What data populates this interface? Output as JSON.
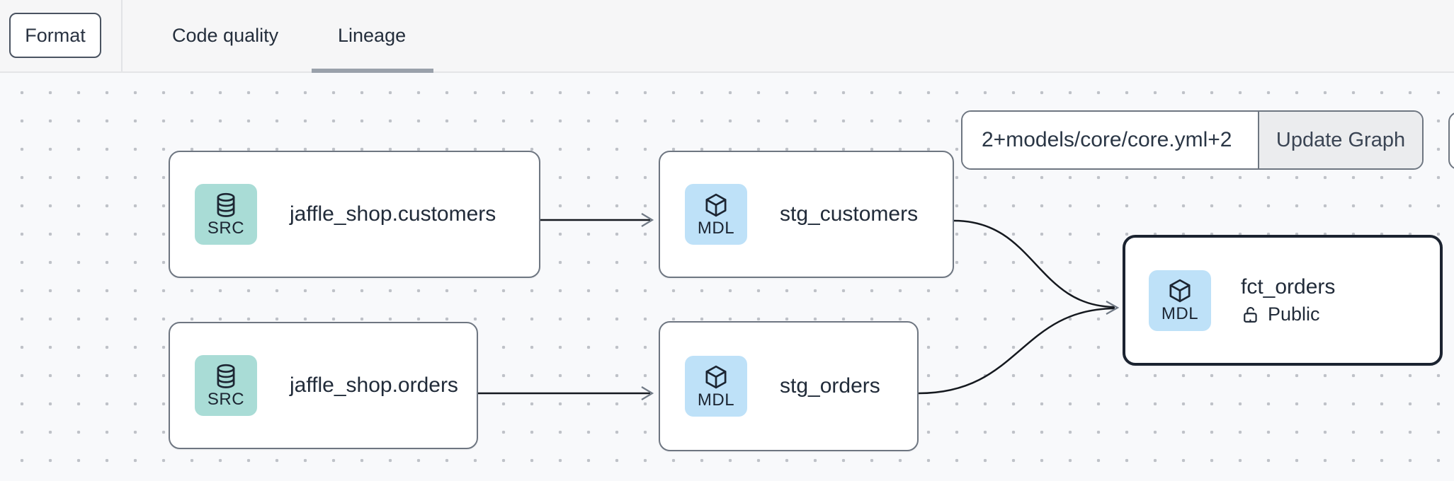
{
  "toolbar": {
    "format_label": "Format",
    "tabs": [
      {
        "label": "Code quality",
        "active": false
      },
      {
        "label": "Lineage",
        "active": true
      }
    ]
  },
  "filter": {
    "value": "2+models/core/core.yml+2",
    "update_button_label": "Update Graph"
  },
  "graph": {
    "nodes": [
      {
        "title": "jaffle_shop.customers",
        "badge": "SRC",
        "type": "source",
        "icon": "database-icon"
      },
      {
        "title": "stg_customers",
        "badge": "MDL",
        "type": "model",
        "icon": "cube-icon"
      },
      {
        "title": "jaffle_shop.orders",
        "badge": "SRC",
        "type": "source",
        "icon": "database-icon"
      },
      {
        "title": "stg_orders",
        "badge": "MDL",
        "type": "model",
        "icon": "cube-icon"
      },
      {
        "title": "fct_orders",
        "badge": "MDL",
        "type": "model",
        "icon": "cube-icon",
        "access_label": "Public",
        "selected": true
      }
    ],
    "edges": [
      {
        "from": "jaffle_shop.customers",
        "to": "stg_customers"
      },
      {
        "from": "jaffle_shop.orders",
        "to": "stg_orders"
      },
      {
        "from": "stg_customers",
        "to": "fct_orders"
      },
      {
        "from": "stg_orders",
        "to": "fct_orders"
      }
    ]
  },
  "colors": {
    "source_badge_bg": "#a9dcd6",
    "model_badge_bg": "#bee1f8",
    "selected_node_border": "#1b2330",
    "edge_color": "#15191f",
    "tab_underline": "#9aa1ab",
    "topbar_bg": "#f6f6f7",
    "canvas_bg": "#f8f9fb"
  }
}
